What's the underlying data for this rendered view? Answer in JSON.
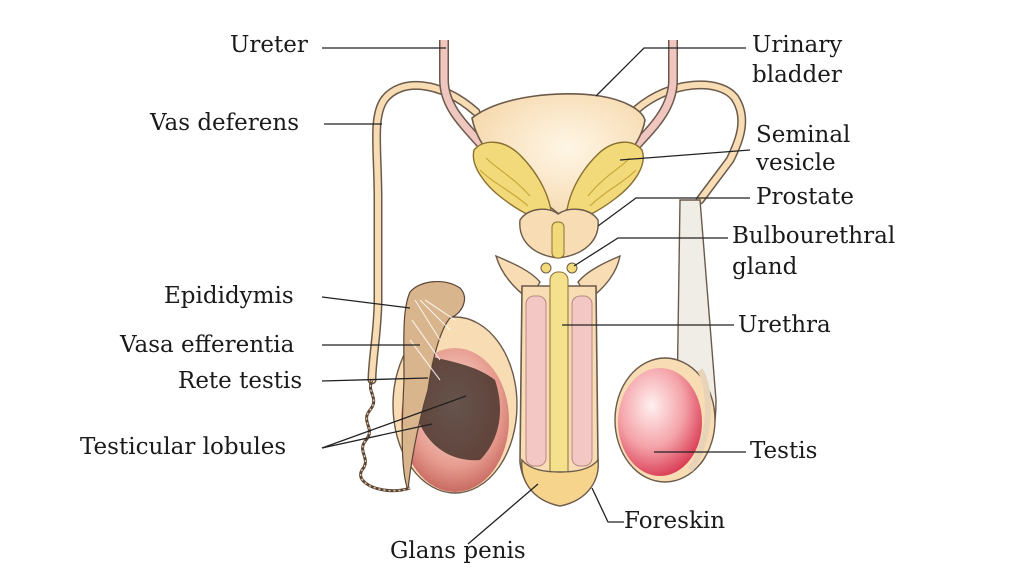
{
  "labels": {
    "ureter": "Ureter",
    "vas_deferens": "Vas deferens",
    "epididymis": "Epididymis",
    "vasa_efferentia": "Vasa efferentia",
    "rete_testis": "Rete testis",
    "testicular_lobules": "Testicular lobules",
    "glans_penis": "Glans penis",
    "urinary_bladder_1": "Urinary",
    "urinary_bladder_2": "bladder",
    "seminal_vesicle_1": "Seminal",
    "seminal_vesicle_2": "vesicle",
    "prostate": "Prostate",
    "bulbourethral_1": "Bulbourethral",
    "bulbourethral_2": "gland",
    "urethra": "Urethra",
    "testis": "Testis",
    "foreskin": "Foreskin"
  },
  "colors": {
    "tissue": "#f7dcb4",
    "tissue_outline": "#6b5a4a",
    "ureter_pink": "#f0c6c0",
    "gland_yellow": "#f2d97a",
    "gland_dark": "#c9a83a",
    "penis_pink": "#f3c7c4",
    "urethra_yellow": "#f5e08e",
    "testis_red": "#e2506a",
    "testis_light": "#f8c8c8",
    "leader": "#222222"
  }
}
